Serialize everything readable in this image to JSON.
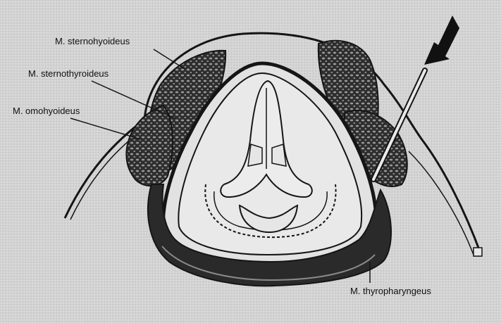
{
  "figure": {
    "labels": {
      "sternohyoideus": "M. sternohyoideus",
      "sternothyroideus": "M. sternothyroideus",
      "omohyoideus": "M. omohyoideus",
      "thyropharyngeus": "M. thyropharyngeus"
    },
    "colors": {
      "background": "#d2d2d2",
      "ink": "#151515",
      "muscle_fill": "#3a3a3a",
      "tissue": "#e6e6e6"
    },
    "icons": [
      "arrow-icon",
      "needle-icon"
    ]
  }
}
